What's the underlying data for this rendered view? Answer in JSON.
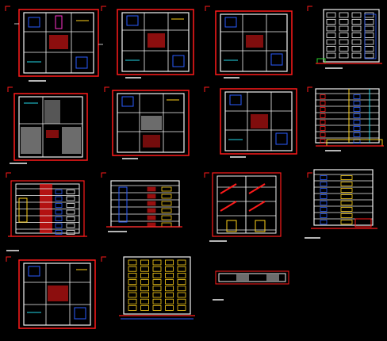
{
  "title": "",
  "colors": {
    "background": "#000000",
    "border_red": "#ff1a1a",
    "linework_white": "#f2f2f2",
    "accent_blue": "#2a5cff",
    "accent_yellow": "#ffd21a",
    "accent_cyan": "#22d6e6",
    "accent_green": "#2bd22b",
    "accent_magenta": "#ff33cc",
    "grey_fill": "#6c6c6c"
  },
  "drawings": [
    {
      "kind": "floor-plan",
      "row": 1,
      "col": 1
    },
    {
      "kind": "floor-plan",
      "row": 1,
      "col": 2
    },
    {
      "kind": "floor-plan",
      "row": 1,
      "col": 3
    },
    {
      "kind": "elevation",
      "row": 1,
      "col": 4
    },
    {
      "kind": "floor-plan",
      "row": 2,
      "col": 1
    },
    {
      "kind": "floor-plan",
      "row": 2,
      "col": 2
    },
    {
      "kind": "floor-plan",
      "row": 2,
      "col": 3
    },
    {
      "kind": "section",
      "row": 2,
      "col": 4
    },
    {
      "kind": "section",
      "row": 3,
      "col": 1
    },
    {
      "kind": "section",
      "row": 3,
      "col": 2
    },
    {
      "kind": "section",
      "row": 3,
      "col": 3
    },
    {
      "kind": "section",
      "row": 3,
      "col": 4
    },
    {
      "kind": "floor-plan",
      "row": 4,
      "col": 1
    },
    {
      "kind": "elevation",
      "row": 4,
      "col": 2
    },
    {
      "kind": "detail-strip",
      "row": 4,
      "col": 3
    }
  ]
}
